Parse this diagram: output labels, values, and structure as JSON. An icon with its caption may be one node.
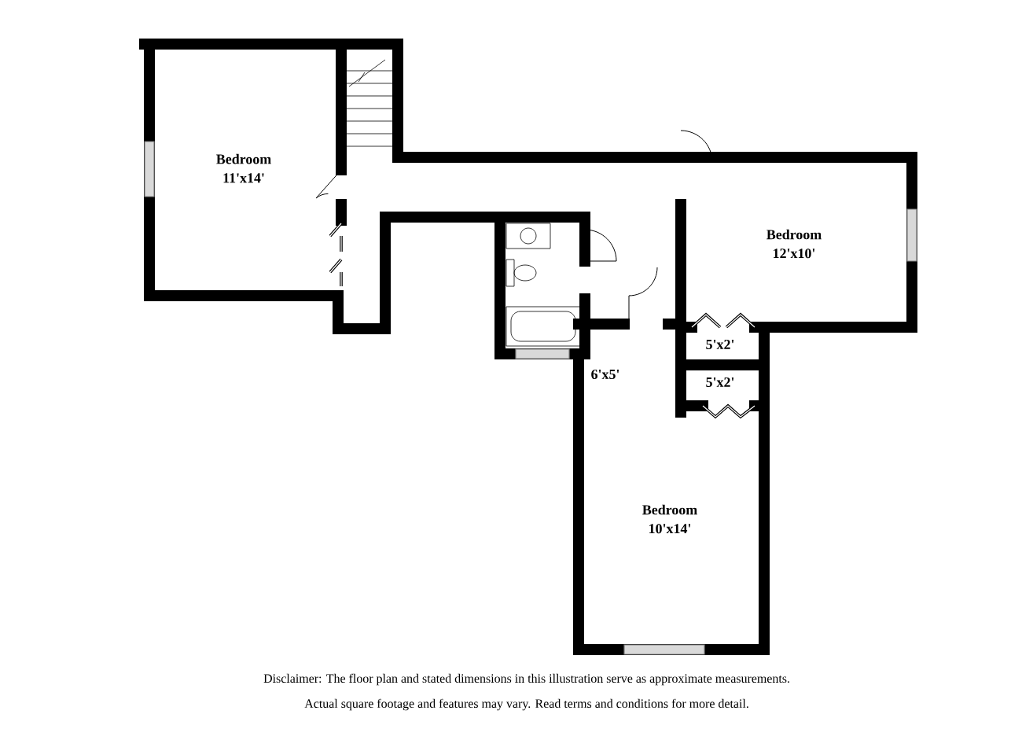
{
  "diagram": {
    "labels": [
      "Bedroom 11'x14'",
      "Bedroom 12'x10'",
      "6'x5'",
      "5'x2'",
      "5'x2'",
      "Bedroom 10'x14'",
      "Disclaimer: The floor plan and stated dimensions in this illustration serve as approximate measurements.",
      "Actual square footage and features may vary. Read terms and conditions for more detail."
    ]
  }
}
